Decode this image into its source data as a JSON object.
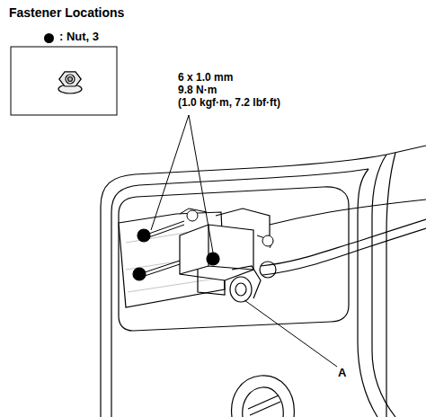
{
  "diagram": {
    "title": "Fastener Locations",
    "labels": [
      "6 x 1.0 mm",
      "9.8 N·m",
      "(1.0 kgf·m, 7.2 lbf·ft)",
      "A"
    ],
    "legend": [
      {
        "text": ": Nut, 3"
      }
    ]
  }
}
